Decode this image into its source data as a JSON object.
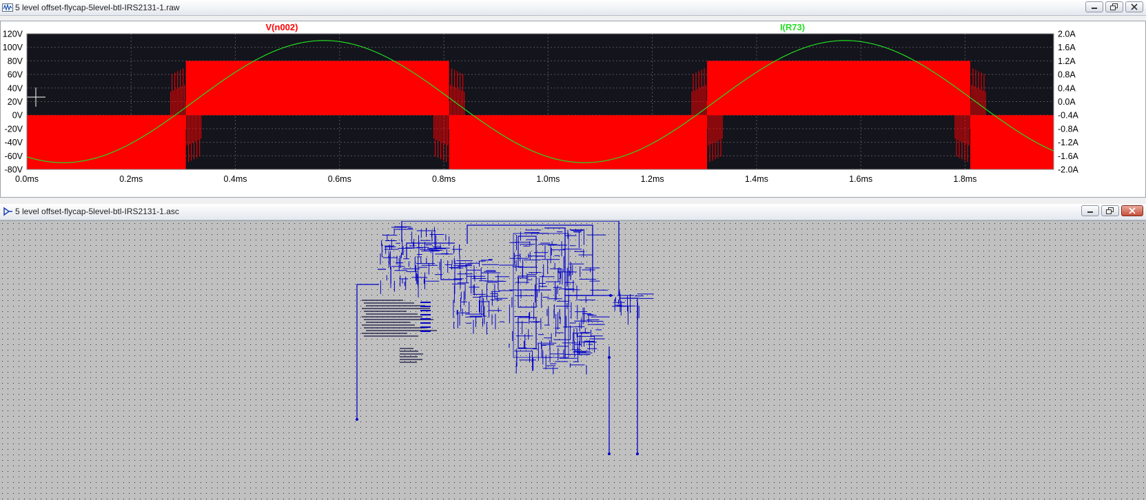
{
  "plot_window": {
    "title": "5 level offset-flycap-5level-btl-IRS2131-1.raw",
    "icon": "waveform-icon"
  },
  "schematic_window": {
    "title": "5 level offset-flycap-5level-btl-IRS2131-1.asc",
    "icon": "schematic-icon"
  },
  "colors": {
    "plot_background": "#14141c",
    "voltage_trace": "#ff0000",
    "current_trace": "#22dd22",
    "grid": "#555555",
    "schematic_background": "#c0c0c0",
    "schematic_wire": "#0000c8"
  },
  "chart_data": {
    "type": "line",
    "series": [
      {
        "name": "V(n002)",
        "axis": "left",
        "color": "#ff0000"
      },
      {
        "name": "I(R73)",
        "axis": "right",
        "color": "#22dd22"
      }
    ],
    "x_ticks": [
      "0.0ms",
      "0.2ms",
      "0.4ms",
      "0.6ms",
      "0.8ms",
      "1.0ms",
      "1.2ms",
      "1.4ms",
      "1.6ms",
      "1.8ms"
    ],
    "y_left_ticks": [
      "120V",
      "100V",
      "80V",
      "60V",
      "40V",
      "20V",
      "0V",
      "-20V",
      "-40V",
      "-60V",
      "-80V"
    ],
    "y_right_ticks": [
      "2.0A",
      "1.6A",
      "1.2A",
      "0.8A",
      "0.4A",
      "0.0A",
      "-0.4A",
      "-0.8A",
      "-1.2A",
      "-1.6A",
      "-2.0A"
    ],
    "xlim_ms": [
      0,
      1.97
    ],
    "ylim_left_v": [
      -80,
      120
    ],
    "ylim_right_a": [
      -2.0,
      2.0
    ],
    "voltage_pwm": {
      "levels_v": [
        -80,
        0,
        80
      ],
      "switch_times_ms": [
        0.0,
        0.305,
        0.81,
        1.305,
        1.81
      ],
      "pattern": [
        "neg",
        "pos",
        "neg",
        "pos",
        "neg"
      ]
    },
    "current_sine": {
      "amplitude_a": 1.8,
      "period_ms": 1.0,
      "peak_time_ms": 0.57,
      "offset_a": 0
    },
    "grid": true
  }
}
